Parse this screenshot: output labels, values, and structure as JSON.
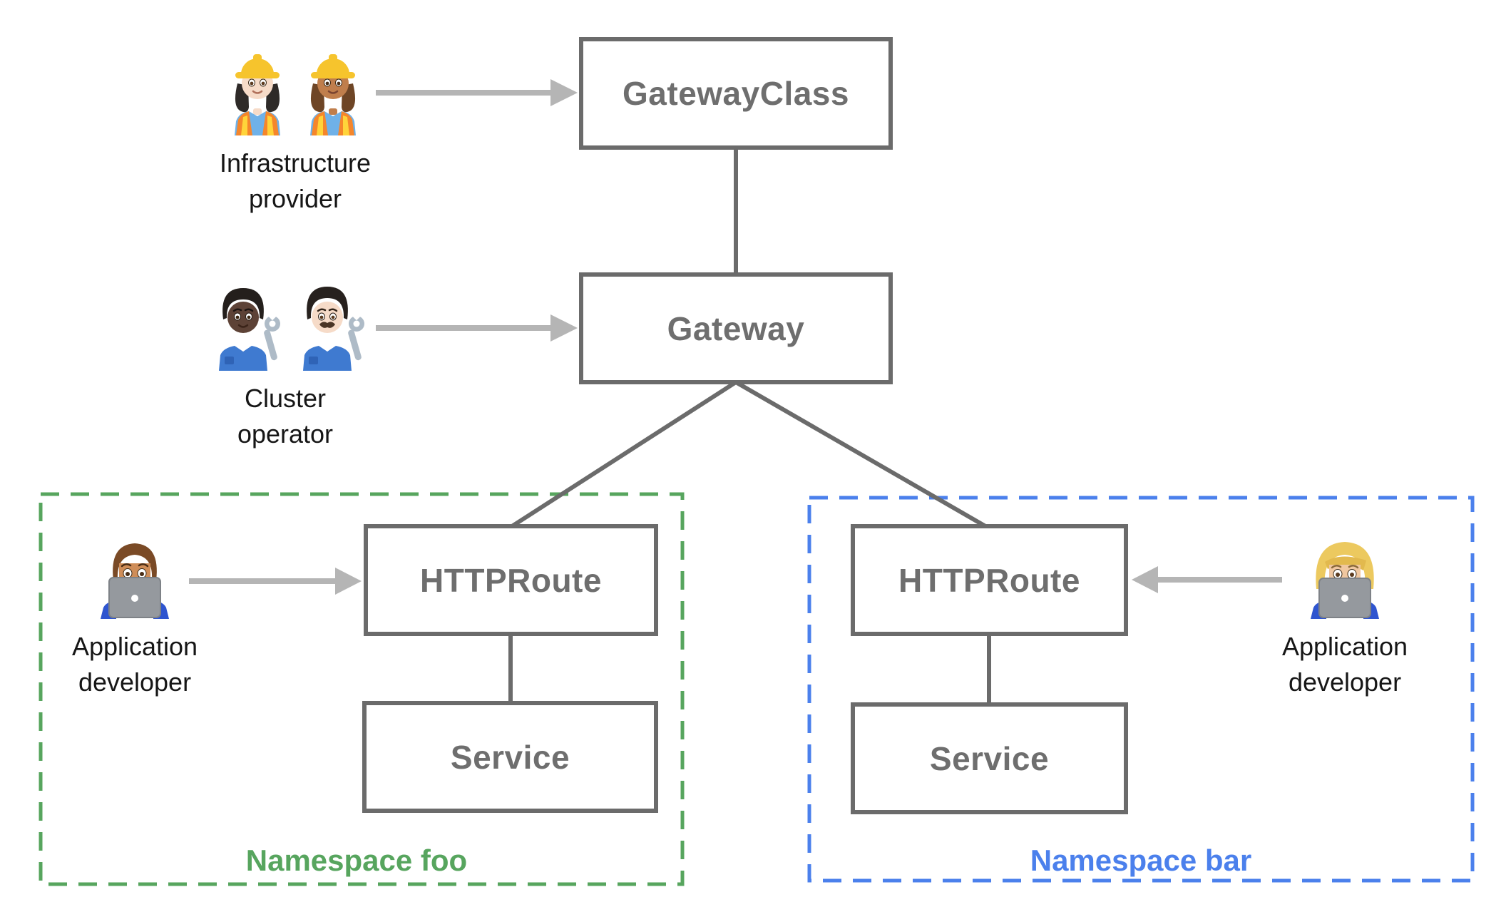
{
  "boxes": {
    "gateway_class": {
      "label": "GatewayClass"
    },
    "gateway": {
      "label": "Gateway"
    },
    "httproute_foo": {
      "label": "HTTPRoute"
    },
    "service_foo": {
      "label": "Service"
    },
    "httproute_bar": {
      "label": "HTTPRoute"
    },
    "service_bar": {
      "label": "Service"
    }
  },
  "personas": {
    "infrastructure_provider": {
      "label_lines": [
        "Infrastructure",
        "provider"
      ],
      "icons": [
        "woman-construction-worker-light-icon",
        "woman-construction-worker-medium-icon"
      ]
    },
    "cluster_operator": {
      "label_lines": [
        "Cluster",
        "operator"
      ],
      "icons": [
        "mechanic-dark-skin-icon",
        "man-mechanic-light-icon"
      ]
    },
    "app_developer_foo": {
      "label_lines": [
        "Application",
        "developer"
      ],
      "icons": [
        "man-technologist-icon"
      ]
    },
    "app_developer_bar": {
      "label_lines": [
        "Application",
        "developer"
      ],
      "icons": [
        "woman-technologist-icon"
      ]
    }
  },
  "namespaces": {
    "foo": {
      "label": "Namespace foo",
      "color": "#57a55e"
    },
    "bar": {
      "label": "Namespace bar",
      "color": "#4b80ec"
    }
  },
  "colors": {
    "box_border": "#6b6b6b",
    "box_text": "#6e6e6e",
    "connector": "#6b6b6b",
    "arrow": "#b5b5b5",
    "persona_text": "#161616"
  }
}
